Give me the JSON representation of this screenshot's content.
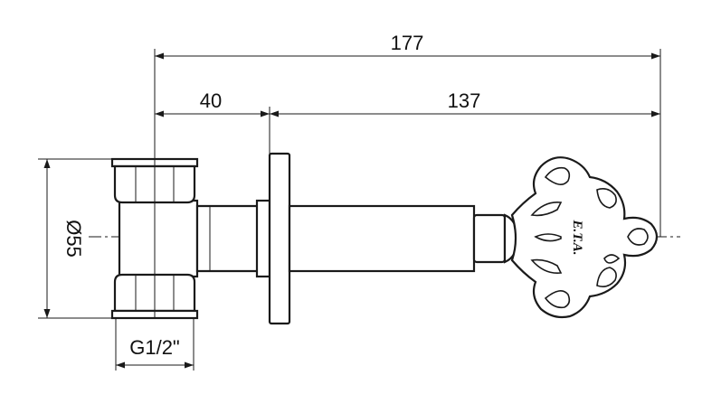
{
  "dimensions": {
    "overall_length": "177",
    "inlet_length": "40",
    "spindle_length": "137",
    "flange_diameter": "Ø55",
    "thread": "G1/2\""
  },
  "logo": {
    "text": "E.T.A.",
    "color": "#111111"
  },
  "colors": {
    "line": "#1a1a1a",
    "background": "#ffffff"
  }
}
